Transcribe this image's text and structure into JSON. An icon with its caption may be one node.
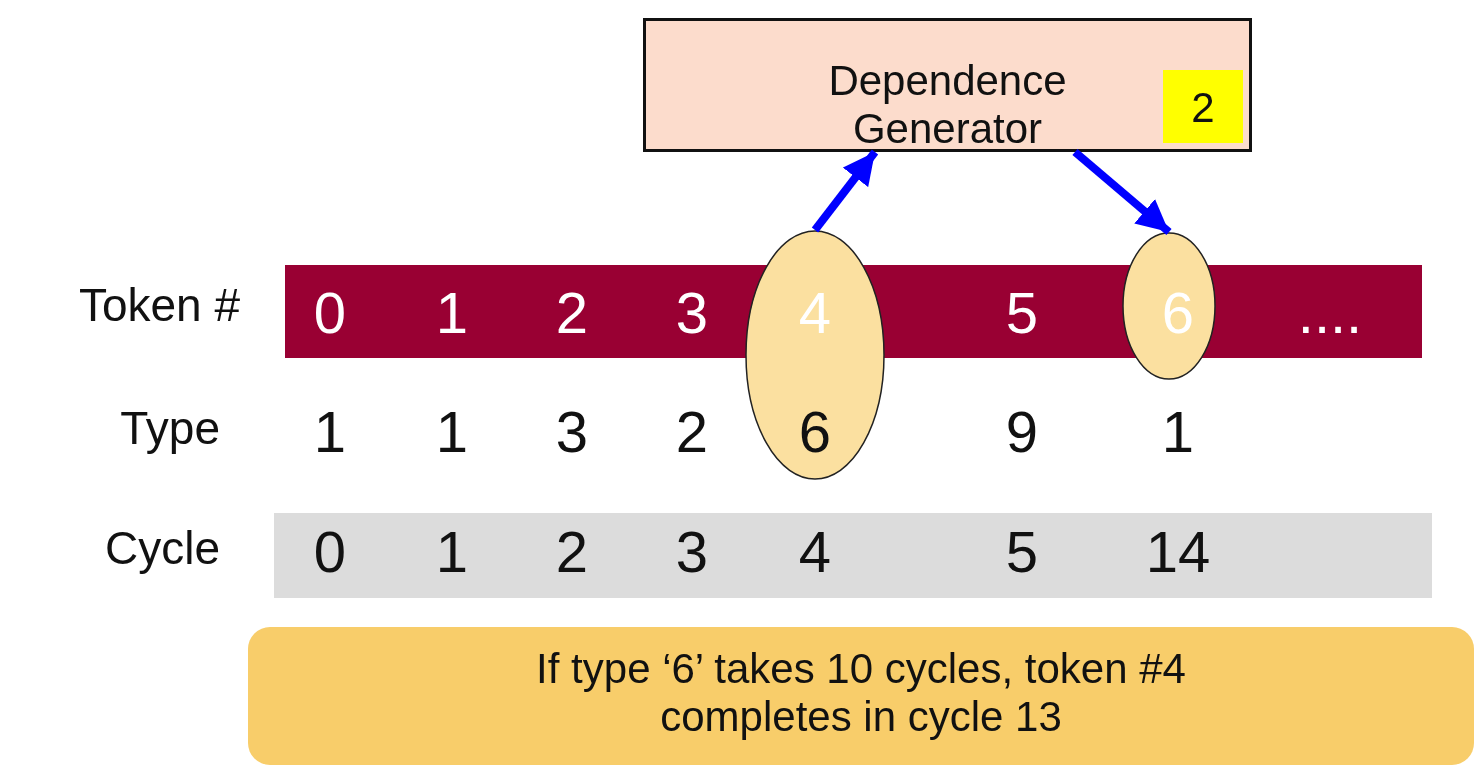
{
  "diagram": {
    "nodes": [
      {
        "text": [
          "Dependence Generator"
        ]
      },
      {
        "text": [
          "2"
        ],
        "in": 0
      },
      {
        "text": [],
        "shape": "ellipse"
      },
      {
        "text": [],
        "shape": "ellipse"
      },
      {
        "text": [
          "If type ‘6’ takes 10 cycles, token #4 completes in cycle 13"
        ]
      }
    ],
    "edges": [
      {
        "from": 2,
        "to": 0,
        "arrow": "to"
      },
      {
        "from": 0,
        "to": 3,
        "arrow": "to"
      }
    ],
    "labels": [
      "Token #",
      "0",
      "1",
      "2",
      "3",
      "4",
      "5",
      "6",
      "....",
      "Type",
      "1",
      "1",
      "3",
      "2",
      "6",
      "9",
      "1",
      "Cycle",
      "0",
      "1",
      "2",
      "3",
      "4",
      "5",
      "14"
    ]
  }
}
